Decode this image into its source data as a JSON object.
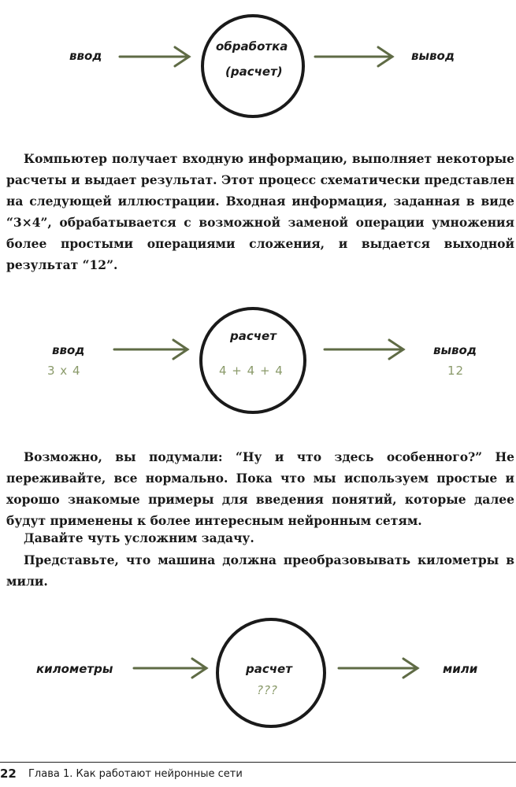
{
  "diagram1": {
    "input_label": "ввод",
    "process_line1": "обработка",
    "process_line2": "(расчет)",
    "output_label": "вывод"
  },
  "paragraph1": "Компьютер получает входную информацию, выполняет некоторые расчеты и выдает результат. Этот процесс схематически представлен на следующей иллюстрации. Входная информация, заданная в виде “3×4”, обрабатывается с возможной заменой операции умножения более простыми операциями сложения, и выдается выходной результат “12”.",
  "diagram2": {
    "input_label": "ввод",
    "input_value": "3 x 4",
    "process_label": "расчет",
    "process_value": "4 + 4 + 4",
    "output_label": "вывод",
    "output_value": "12"
  },
  "paragraph2": "Возможно, вы подумали: “Ну и что здесь особенного?” Не переживайте, все нормально. Пока что мы используем простые и хорошо знакомые примеры для введения понятий, которые далее будут применены к более интересным нейронным сетям.",
  "paragraph3": "Давайте чуть усложним задачу.",
  "paragraph4": "Представьте, что машина должна преобразовывать километры в мили.",
  "diagram3": {
    "input_label": "километры",
    "process_label": "расчет",
    "process_value": "???",
    "output_label": "мили"
  },
  "footer": {
    "page_number": "22",
    "running_head": "Глава 1. Как работают нейронные сети"
  },
  "colors": {
    "ink": "#1a1a1a",
    "arrow": "#5f6b45",
    "value_text": "#8a9a6a"
  }
}
